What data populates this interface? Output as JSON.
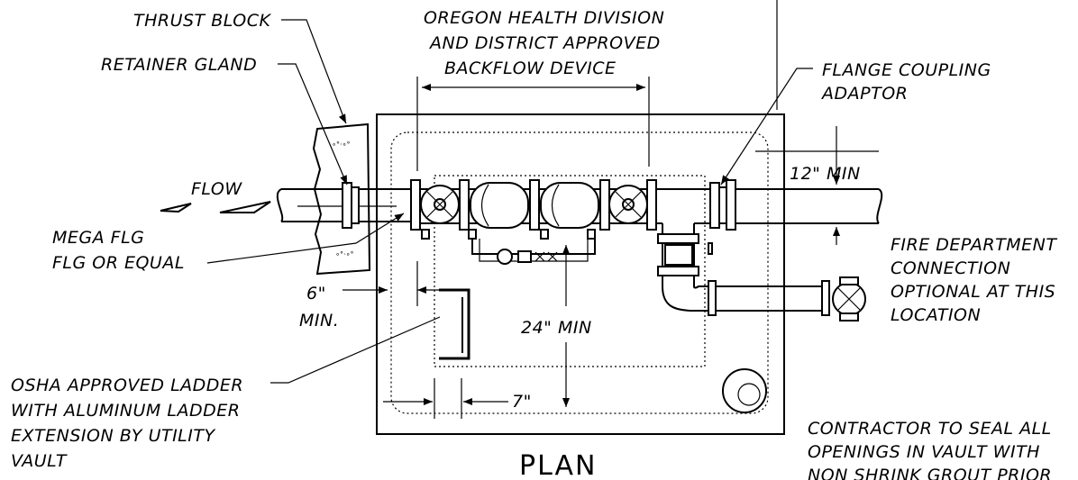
{
  "labels": {
    "thrust_block": "THRUST BLOCK",
    "retainer_gland": "RETAINER GLAND",
    "backflow_l1": "OREGON HEALTH DIVISION",
    "backflow_l2": "AND DISTRICT APPROVED",
    "backflow_l3": "BACKFLOW DEVICE",
    "flange_l1": "FLANGE COUPLING",
    "flange_l2": "ADAPTOR",
    "flow": "FLOW",
    "clear_12": "12\" MIN",
    "mega_l1": "MEGA FLG",
    "mega_l2": "FLG OR EQUAL",
    "fire_l1": "FIRE DEPARTMENT",
    "fire_l2": "CONNECTION",
    "fire_l3": "OPTIONAL AT THIS",
    "fire_l4": "LOCATION",
    "clear_6": "6\"",
    "clear_6_min": "MIN.",
    "clear_24": "24\" MIN",
    "clear_7": "7\"",
    "ladder_l1": "OSHA APPROVED LADDER",
    "ladder_l2": "WITH ALUMINUM LADDER",
    "ladder_l3": "EXTENSION BY UTILITY",
    "ladder_l4": "VAULT",
    "title": "PLAN",
    "seal_l1": "CONTRACTOR TO SEAL ALL",
    "seal_l2": "OPENINGS IN VAULT WITH",
    "seal_l3": "NON SHRINK GROUT PRIOR"
  }
}
